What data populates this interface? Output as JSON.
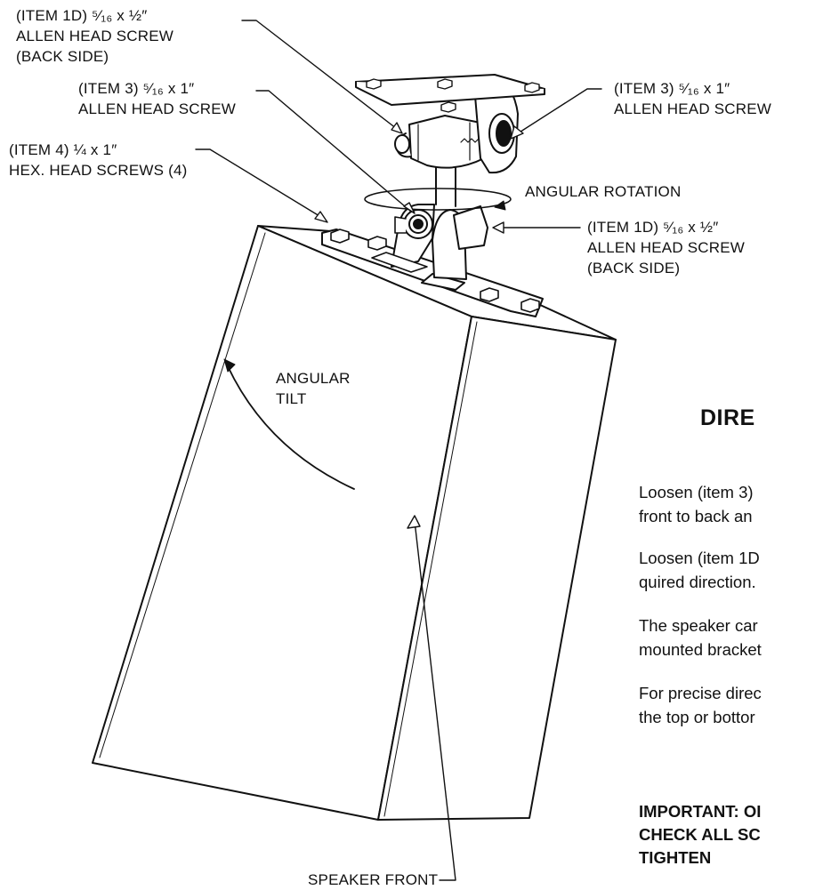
{
  "callouts": {
    "item1d_top": [
      "(ITEM 1D) ⁵⁄₁₆ x ½″",
      "ALLEN HEAD SCREW",
      "(BACK SIDE)"
    ],
    "item3_left": [
      "(ITEM 3) ⁵⁄₁₆ x 1″",
      "ALLEN HEAD SCREW"
    ],
    "item4": [
      "(ITEM 4) ¼ x 1″",
      "HEX. HEAD SCREWS (4)"
    ],
    "item3_right": [
      "(ITEM 3) ⁵⁄₁₆ x 1″",
      "ALLEN HEAD SCREW"
    ],
    "angular_rotation": "ANGULAR ROTATION",
    "item1d_right": [
      "(ITEM 1D) ⁵⁄₁₆ x ½″",
      "ALLEN HEAD SCREW",
      "(BACK SIDE)"
    ],
    "angular_tilt": [
      "ANGULAR",
      "TILT"
    ],
    "speaker_front": "SPEAKER FRONT"
  },
  "text": {
    "heading": "DIRE",
    "paragraphs": [
      [
        "Loosen (item 3)",
        "front to back an"
      ],
      [
        "Loosen (item 1D",
        "quired direction."
      ],
      [
        "The speaker car",
        "mounted bracket"
      ],
      [
        "For precise direc",
        "the top or bottor"
      ]
    ],
    "important": [
      "IMPORTANT: OI",
      "CHECK ALL SC",
      "TIGHTEN"
    ]
  }
}
